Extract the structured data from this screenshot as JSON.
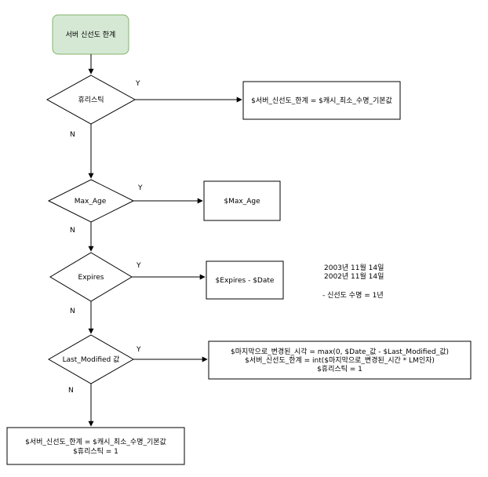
{
  "start": {
    "label": "서버 신선도 한계"
  },
  "decisions": [
    {
      "label": "휴리스틱"
    },
    {
      "label": "Max_Age"
    },
    {
      "label": "Expires"
    },
    {
      "label": "Last_Modified 값"
    }
  ],
  "yes_label": "Y",
  "no_label": "N",
  "results": {
    "heuristic": "$서버_신선도_한계 = $캐시_최소_수명_기본값",
    "max_age": "$Max_Age",
    "expires": "$Expires - $Date",
    "last_modified": [
      "$마지막으로_변경된_시각 = max(0, $Date_값 - $Last_Modified_값)",
      "$서버_신선도_한계 = int($마지막으로_변경된_시간 * LM인자)",
      "$휴리스틱 = 1"
    ],
    "fallback": [
      "$서버_신선도_한계 = $캐시_최소_수명_기본값",
      "$휴리스틱 = 1"
    ]
  },
  "note": {
    "lines": [
      "2003년 11월 14일",
      "2002년 11월 14일",
      "",
      "- 신선도 수명 = 1년"
    ]
  },
  "colors": {
    "start_fill": "#d5e8d4",
    "start_stroke": "#82b366",
    "stroke": "#000000"
  }
}
